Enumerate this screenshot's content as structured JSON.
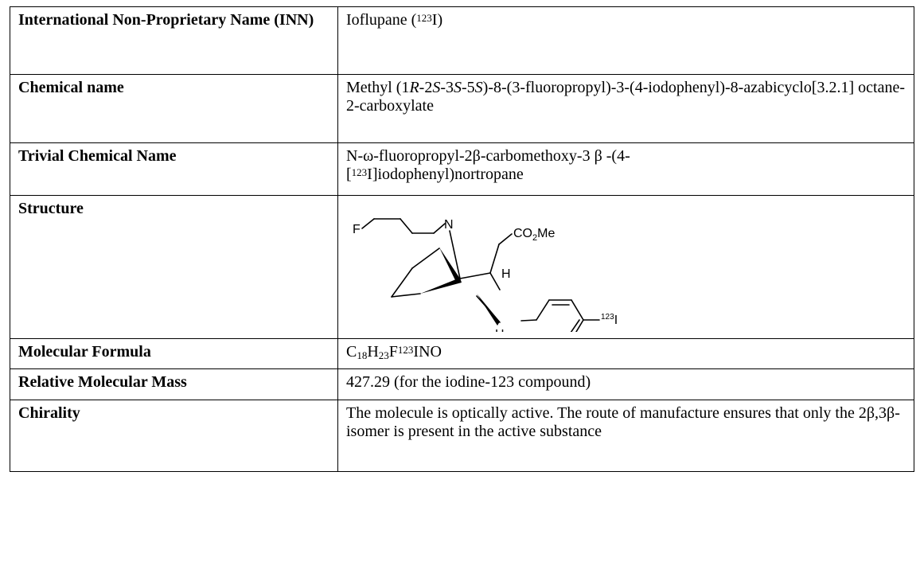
{
  "rows": [
    {
      "label": "International Non-Proprietary Name (INN)",
      "value_pre": "Ioflupane (",
      "value_sup": "123",
      "value_post": "I)"
    },
    {
      "label": "Chemical name",
      "value_pre": "Methyl (1",
      "r": "R",
      "mid1": "-2",
      "s1": "S",
      "mid2": "-3",
      "s2": "S",
      "mid3": "-5",
      "s3": "S",
      "value_post": ")-8-(3-fluoropropyl)-3-(4-iodophenyl)-8-azabicyclo[3.2.1] octane-2-carboxylate"
    },
    {
      "label": "Trivial Chemical Name",
      "line1": "N-ω-fluoropropyl-2β-carbomethoxy-3 β -(4-",
      "bracket_open": "[",
      "sup": "123",
      "line2": "I]iodophenyl)nortropane"
    },
    {
      "label": "Structure",
      "atoms": {
        "f": "F",
        "n": "N",
        "ester_a": "CO",
        "ester_sub": "2",
        "ester_b": "Me",
        "h1": "H",
        "h2": "H",
        "iodine_mass": "123",
        "iodine": "I"
      }
    },
    {
      "label": "Molecular Formula",
      "c": "C",
      "c_sub": "18",
      "h": "H",
      "h_sub": "23",
      "f": "F",
      "i_sup": "123",
      "rest": "INO"
    },
    {
      "label": "Relative Molecular Mass",
      "value": "427.29 (for the iodine-123 compound)"
    },
    {
      "label": "Chirality",
      "value": "The molecule is optically active. The route of manufacture ensures that only the 2β,3β- isomer is present in the active substance"
    }
  ]
}
